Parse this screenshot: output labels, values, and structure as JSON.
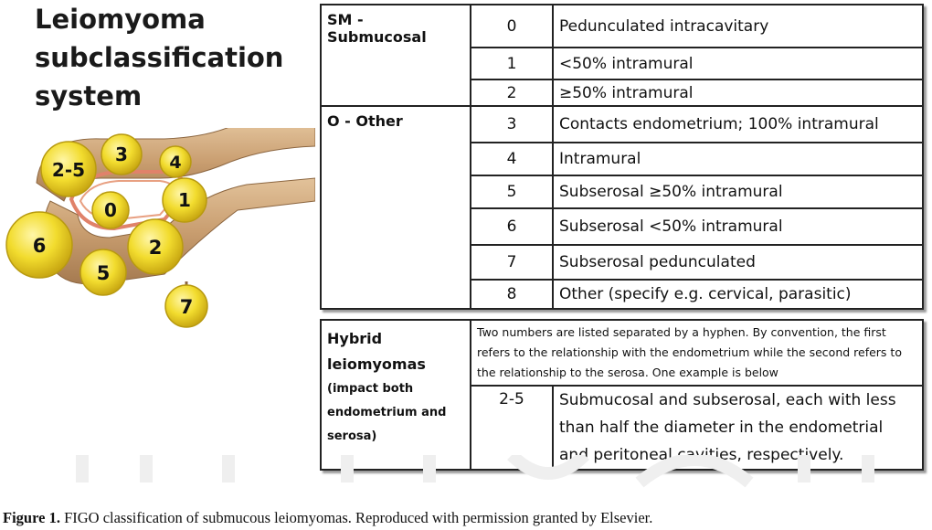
{
  "heading": {
    "line1": "Leiomyoma",
    "line2": "subclassification",
    "line3": "system"
  },
  "diagram": {
    "colors": {
      "fibroid": "#f2dc2e",
      "fibroid_edge": "#b89a10",
      "uterus": "#c99e70",
      "cavity": "#e0826a"
    },
    "fibroids": [
      {
        "label": "2-5"
      },
      {
        "label": "3"
      },
      {
        "label": "4"
      },
      {
        "label": "0"
      },
      {
        "label": "1"
      },
      {
        "label": "6"
      },
      {
        "label": "2"
      },
      {
        "label": "5"
      },
      {
        "label": "7"
      }
    ]
  },
  "table": {
    "groups": [
      {
        "category": "SM - Submucosal",
        "rows": [
          {
            "num": "0",
            "desc": "Pedunculated intracavitary"
          },
          {
            "num": "1",
            "desc": "<50% intramural"
          },
          {
            "num": "2",
            "desc": "≥50% intramural"
          }
        ]
      },
      {
        "category": "O - Other",
        "rows": [
          {
            "num": "3",
            "desc": "Contacts endometrium; 100% intramural"
          },
          {
            "num": "4",
            "desc": "Intramural"
          },
          {
            "num": "5",
            "desc": "Subserosal ≥50% intramural"
          },
          {
            "num": "6",
            "desc": "Subserosal <50% intramural"
          },
          {
            "num": "7",
            "desc": "Subserosal pedunculated"
          },
          {
            "num": "8",
            "desc": "Other (specify e.g. cervical, parasitic)"
          }
        ]
      }
    ]
  },
  "hybrid": {
    "title_line1": "Hybrid",
    "title_line2": "leiomyomas",
    "sub_line1": "(impact both",
    "sub_line2": "endometrium and",
    "sub_line3": "serosa)",
    "note_line1": "Two numbers are listed separated by a hyphen. By convention, the first",
    "note_line2": "refers to the relationship with the endometrium while the second refers to",
    "note_line3": "the relationship to the serosa. One example is below",
    "example_num": "2-5",
    "example_line1": "Submucosal and subserosal, each with less",
    "example_line2": "than half the diameter in the endometrial",
    "example_line3": "and peritoneal cavities, respectively."
  },
  "caption": {
    "label": "Figure 1.",
    "text": " FIGO classification of submucous leiomyomas. Reproduced with permission granted by Elsevier."
  }
}
